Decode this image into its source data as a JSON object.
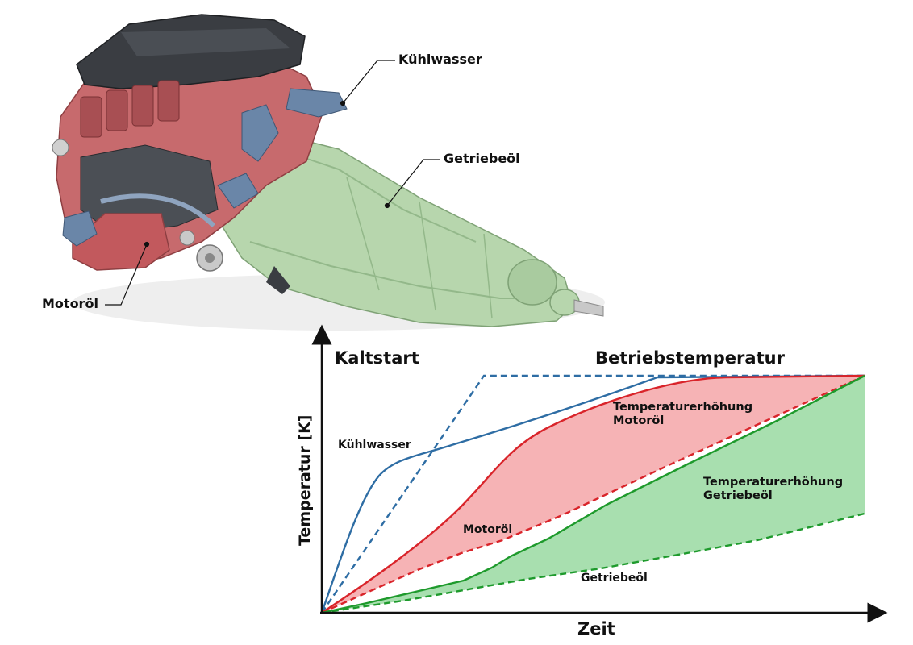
{
  "callouts": {
    "kuehlwasser": "Kühlwasser",
    "getriebeoel": "Getriebeöl",
    "motoroel": "Motoröl"
  },
  "phases": {
    "cold_start": "Kaltstart",
    "operating_temperature": "Betriebstemperatur"
  },
  "axes": {
    "y_label": "Temperatur [K]",
    "x_label": "Zeit"
  },
  "curve_labels": {
    "coolant": "Kühlwasser",
    "engine_oil": "Motoröl",
    "gearbox_oil": "Getriebeöl"
  },
  "annotations": {
    "engine_oil_rise_line1": "Temperaturerhöhung",
    "engine_oil_rise_line2": "Motoröl",
    "gearbox_oil_rise_line1": "Temperaturerhöhung",
    "gearbox_oil_rise_line2": "Getriebeöl"
  },
  "colors": {
    "coolant": "#2e6da4",
    "engine_oil": "#d9242a",
    "engine_oil_fill": "#f4a6a8",
    "gearbox_oil": "#1e9a2c",
    "gearbox_oil_fill": "#9fdca6",
    "engine_block": "#c76a6d",
    "gearbox_housing": "#b7d6ad",
    "engine_cover": "#3a3d42",
    "coolant_parts": "#6a86a8"
  }
}
